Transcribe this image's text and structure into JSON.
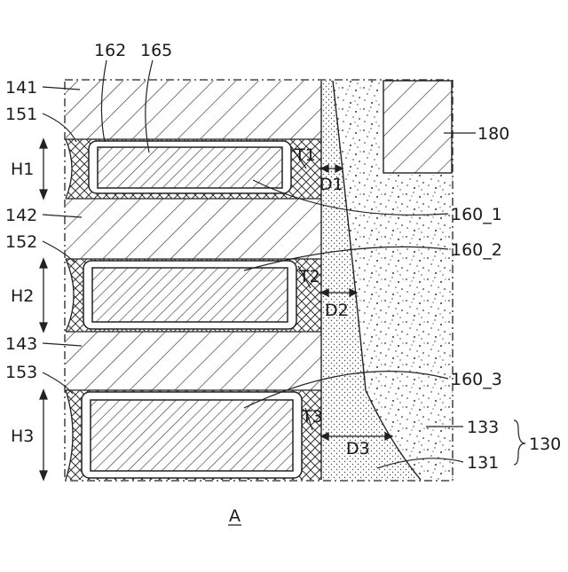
{
  "figure": {
    "caption": "A",
    "labels": {
      "l141": "141",
      "l151": "151",
      "l142": "142",
      "l152": "152",
      "l143": "143",
      "l153": "153",
      "h1": "H1",
      "h2": "H2",
      "h3": "H3",
      "l162": "162",
      "l165": "165",
      "l180": "180",
      "t1": "T1",
      "d1": "D1",
      "t2": "T2",
      "d2": "D2",
      "t3": "T3",
      "d3": "D3",
      "l160_1": "160_1",
      "l160_2": "160_2",
      "l160_3": "160_3",
      "l133": "133",
      "l131": "131",
      "l130": "130"
    }
  }
}
